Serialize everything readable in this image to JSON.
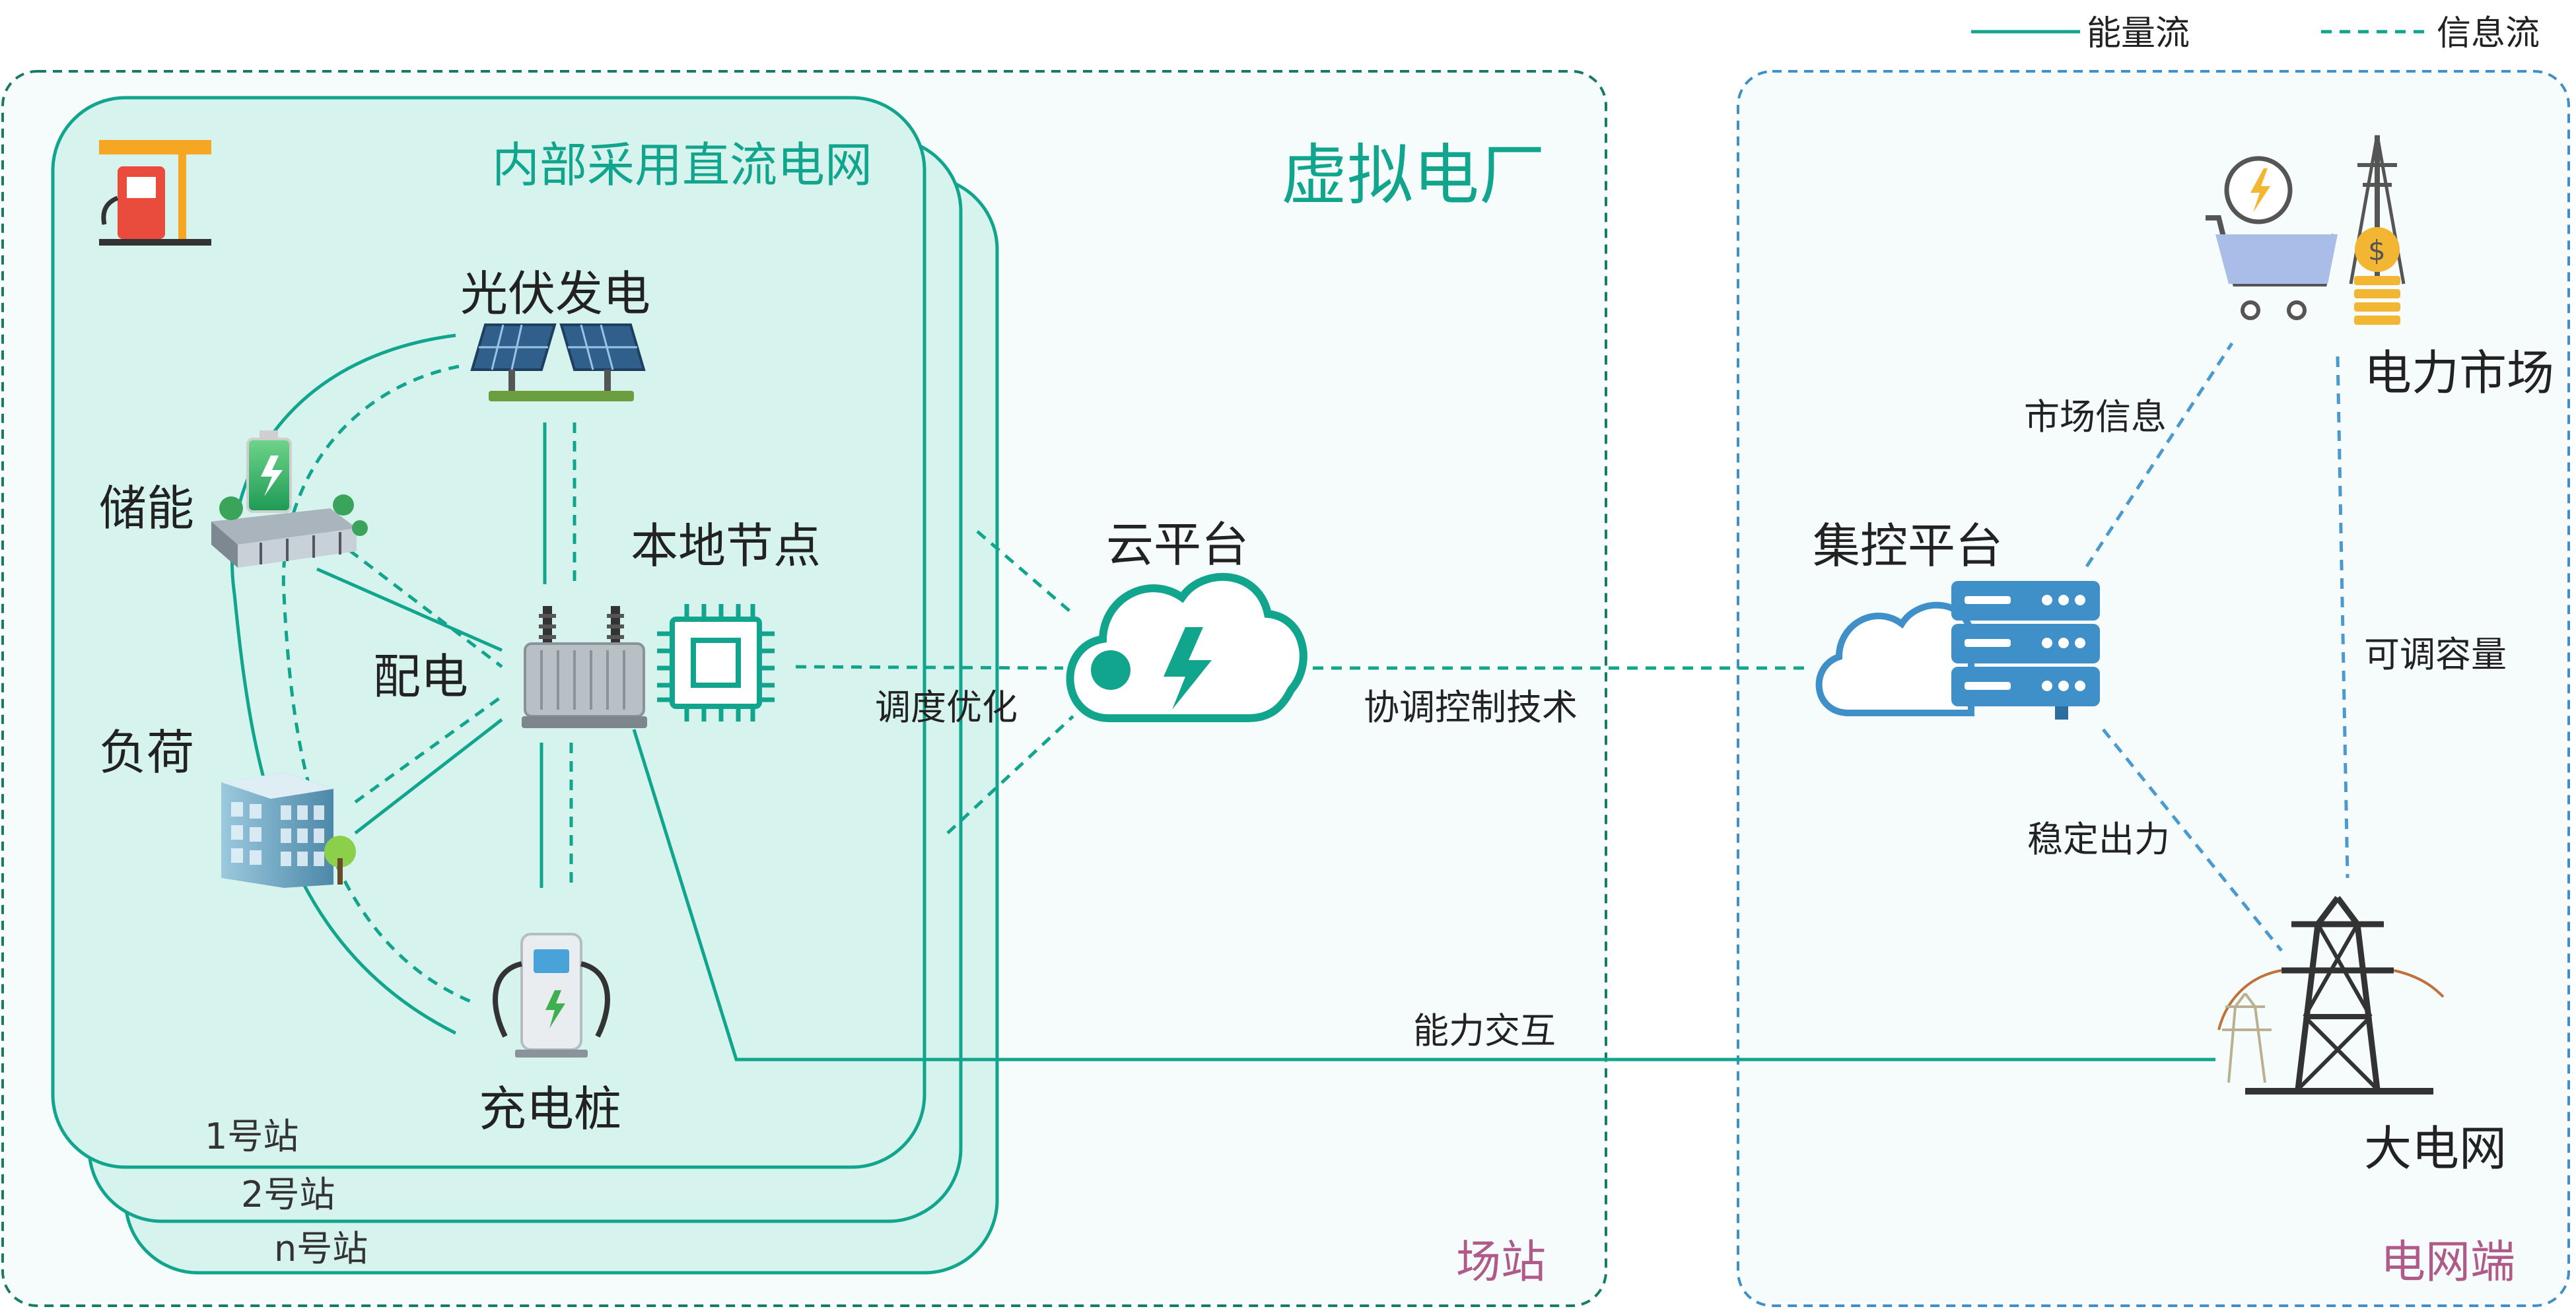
{
  "legend": {
    "energy_flow": "能量流",
    "info_flow": "信息流"
  },
  "station_panel": {
    "title": "虚拟电厂",
    "corner_label": "场站",
    "dc_grid_label": "内部采用直流电网",
    "stations": [
      "1号站",
      "2号站",
      "n号站"
    ]
  },
  "grid_panel": {
    "corner_label": "电网端"
  },
  "nodes": {
    "pv": "光伏发电",
    "storage": "储能",
    "local_node": "本地节点",
    "distribution": "配电",
    "load": "负荷",
    "charger": "充电桩",
    "cloud": "云平台",
    "central": "集控平台",
    "market": "电力市场",
    "grid": "大电网"
  },
  "edge_labels": {
    "dispatch": "调度优化",
    "coordination": "协调控制技术",
    "capacity_interaction": "能力交互",
    "market_info": "市场信息",
    "adjustable_capacity": "可调容量",
    "stable_output": "稳定出力"
  },
  "colors": {
    "teal": "#12a58e",
    "teal_dark": "#0f8f7a",
    "panel_fill": "#d6f3ee",
    "blue": "#3f8fc9",
    "blue_dash": "#4a9ad0",
    "corner_label": "#b05a8a",
    "text": "#222222"
  }
}
